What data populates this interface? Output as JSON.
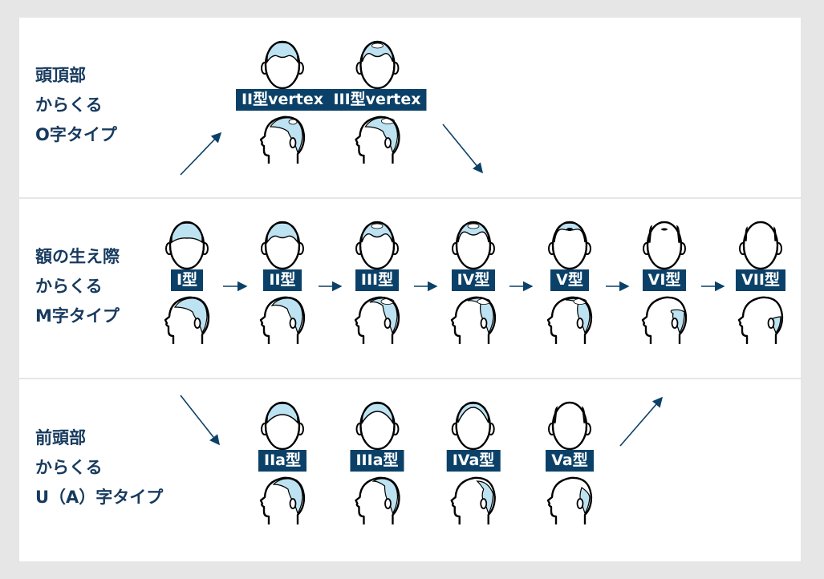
{
  "colors": {
    "navy": "#0b4168",
    "hair": "#bde3f2",
    "text": "#173a5e"
  },
  "rows": [
    {
      "id": "vertex",
      "label": [
        "頭頂部",
        "からくる",
        "O字タイプ"
      ],
      "types": [
        {
          "label": "II型vertex",
          "front": 2,
          "side": "vertex2"
        },
        {
          "label": "III型vertex",
          "front": 3,
          "side": "vertex3"
        }
      ]
    },
    {
      "id": "m",
      "label": [
        "額の生え際",
        "からくる",
        "M字タイプ"
      ],
      "types": [
        {
          "label": "I型",
          "front": 1,
          "side": "1"
        },
        {
          "label": "II型",
          "front": 2,
          "side": "2"
        },
        {
          "label": "III型",
          "front": 3,
          "side": "3"
        },
        {
          "label": "IV型",
          "front": 4,
          "side": "4"
        },
        {
          "label": "V型",
          "front": 5,
          "side": "5"
        },
        {
          "label": "VI型",
          "front": 6,
          "side": "6"
        },
        {
          "label": "VII型",
          "front": 7,
          "side": "7"
        }
      ]
    },
    {
      "id": "a",
      "label": [
        "前頭部",
        "からくる",
        "U（A）字タイプ"
      ],
      "types": [
        {
          "label": "IIa型",
          "front": "a2",
          "side": "a2"
        },
        {
          "label": "IIIa型",
          "front": "a3",
          "side": "a3"
        },
        {
          "label": "IVa型",
          "front": "a4",
          "side": "a4"
        },
        {
          "label": "Va型",
          "front": "a5",
          "side": "a5"
        }
      ]
    }
  ]
}
